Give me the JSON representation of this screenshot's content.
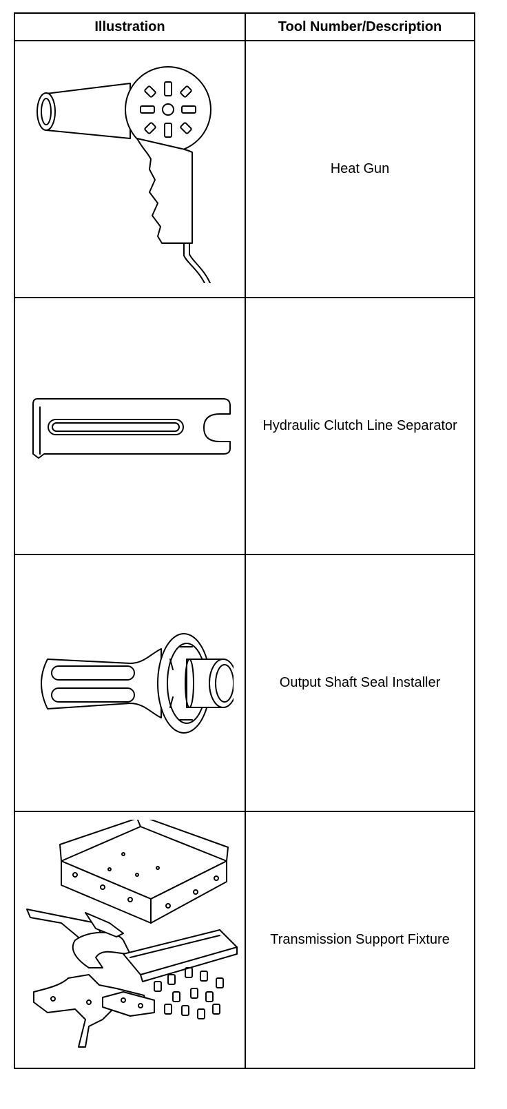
{
  "table": {
    "headers": [
      "Illustration",
      "Tool Number/Description"
    ],
    "rows": [
      {
        "illustration_icon": "heat-gun-icon",
        "description": "Heat Gun"
      },
      {
        "illustration_icon": "hydraulic-clutch-line-separator-icon",
        "description": "Hydraulic Clutch Line Separator"
      },
      {
        "illustration_icon": "output-shaft-seal-installer-icon",
        "description": "Output Shaft Seal Installer"
      },
      {
        "illustration_icon": "transmission-support-fixture-icon",
        "description": "Transmission Support Fixture"
      }
    ]
  }
}
